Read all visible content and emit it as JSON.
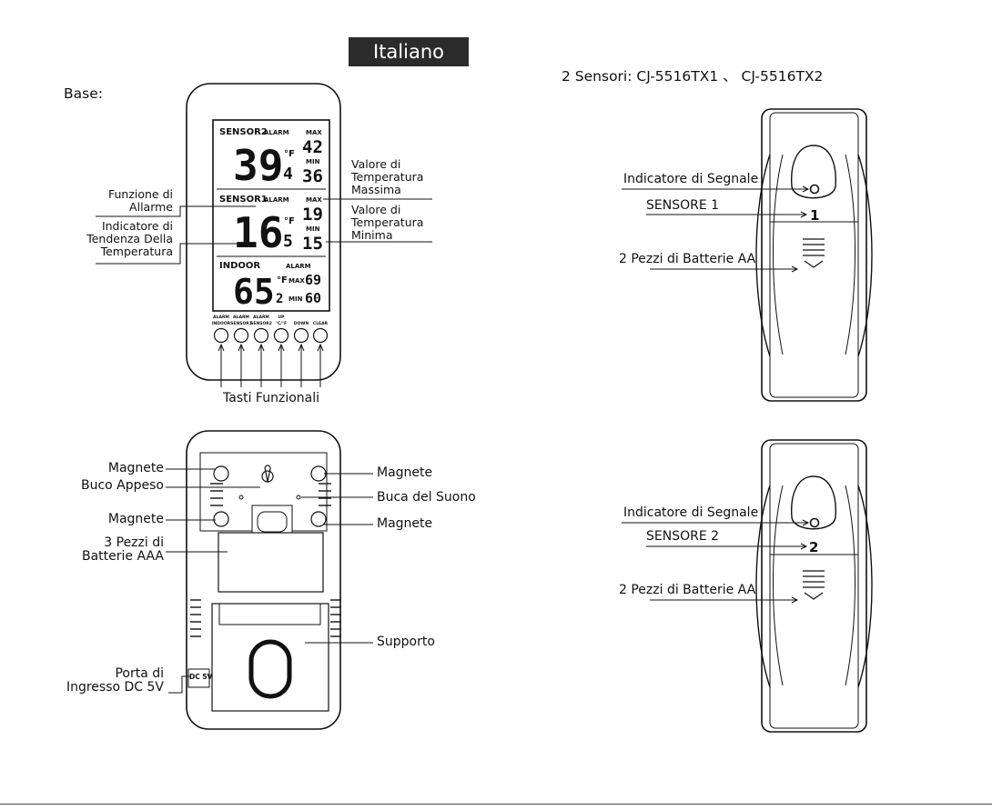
{
  "language": "Italiano",
  "base_heading": "Base:",
  "sensors_heading": "2 Sensori: CJ-5516TX1 、 CJ-5516TX2",
  "front": {
    "lcd": {
      "sensor2": "SENSOR2",
      "sensor1": "SENSOR1",
      "indoor": "INDOOR",
      "alarm": "ALARM",
      "max": "MAX",
      "min": "MIN",
      "s2_temp": "39",
      "s2_dec": "4",
      "s2_unit": "°F",
      "s2_max": "42",
      "s2_min": "36",
      "s1_temp": "16",
      "s1_dec": "5",
      "s1_unit": "°F",
      "s1_max": "19",
      "s1_min": "15",
      "in_temp": "65",
      "in_dec": "2",
      "in_unit": "°F",
      "in_max": "69",
      "in_min": "60"
    },
    "buttons": [
      {
        "top": "ALARM",
        "bottom": "INDOOR"
      },
      {
        "top": "ALARM",
        "bottom": "SENSOR1"
      },
      {
        "top": "ALARM",
        "bottom": "SENSOR2"
      },
      {
        "top": "UP",
        "bottom": "°C/°F"
      },
      {
        "top": "",
        "bottom": "DOWN"
      },
      {
        "top": "",
        "bottom": "CLEAR"
      }
    ],
    "labels": {
      "alarm_function": [
        "Funzione di",
        "Allarme"
      ],
      "trend_indicator": [
        "Indicatore di",
        "Tendenza Della",
        "Temperatura"
      ],
      "max_value": [
        "Valore di",
        "Temperatura",
        "Massima"
      ],
      "min_value": [
        "Valore di",
        "Temperatura",
        "Minima"
      ],
      "function_keys": "Tasti Funzionali"
    }
  },
  "back": {
    "labels": {
      "magnet": "Magnete",
      "hanging_hole": "Buco Appeso",
      "sound_hole": "Buca del Suono",
      "batteries_aaa": [
        "3 Pezzi di",
        "Batterie AAA"
      ],
      "stand": "Supporto",
      "dc_port": [
        "Porta di",
        "Ingresso DC 5V"
      ],
      "dc_marking": "DC 5V"
    }
  },
  "sensor_units": [
    {
      "signal": "Indicatore di Segnale",
      "sensor": "SENSORE 1",
      "number": "1",
      "batteries": "2 Pezzi di Batterie AA"
    },
    {
      "signal": "Indicatore di Segnale",
      "sensor": "SENSORE 2",
      "number": "2",
      "batteries": "2 Pezzi di Batterie AA"
    }
  ]
}
